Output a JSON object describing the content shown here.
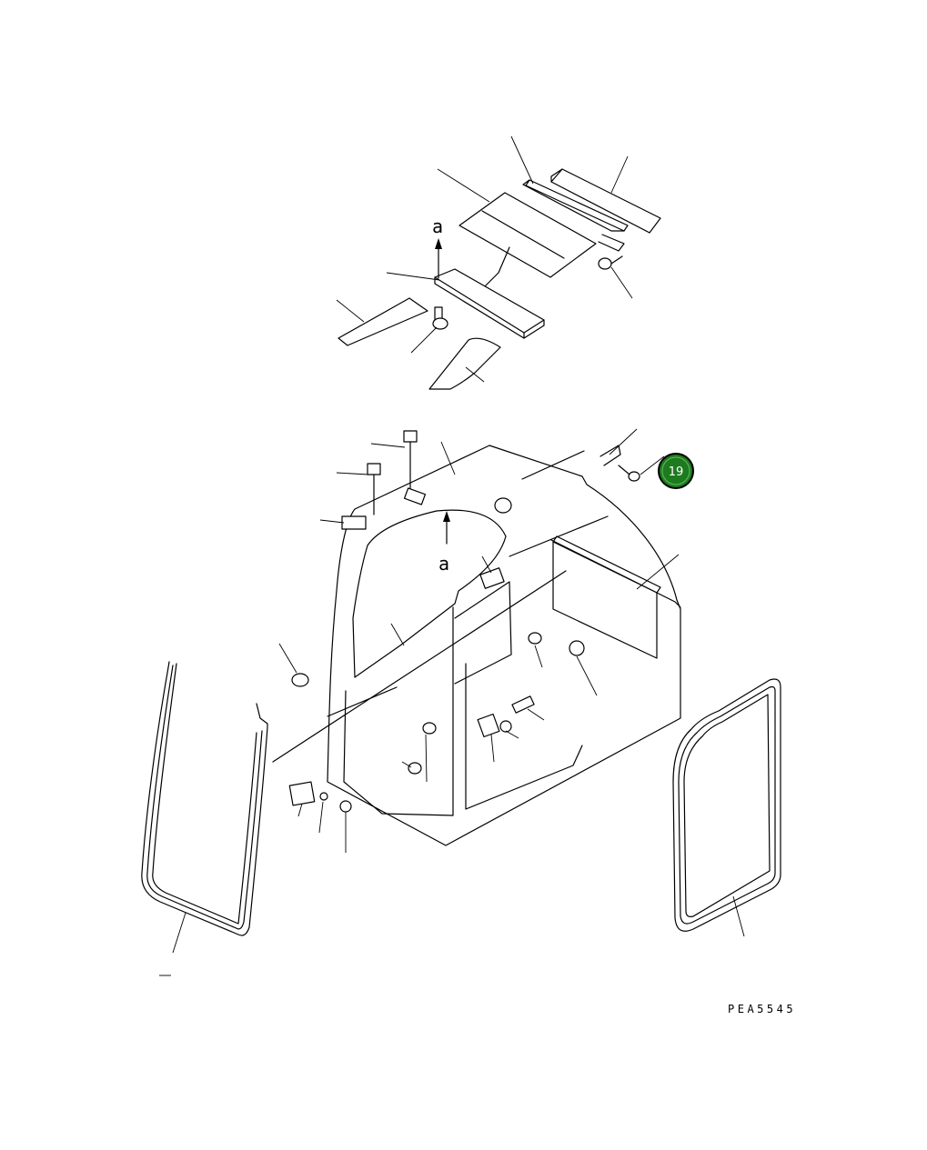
{
  "diagram": {
    "ref_label_top": "a",
    "ref_label_mid": "a",
    "callout": {
      "number": "19",
      "color": "#1e7a1e"
    },
    "drawing_code": "PEA5545",
    "line_color": "#000000",
    "background": "#ffffff"
  }
}
